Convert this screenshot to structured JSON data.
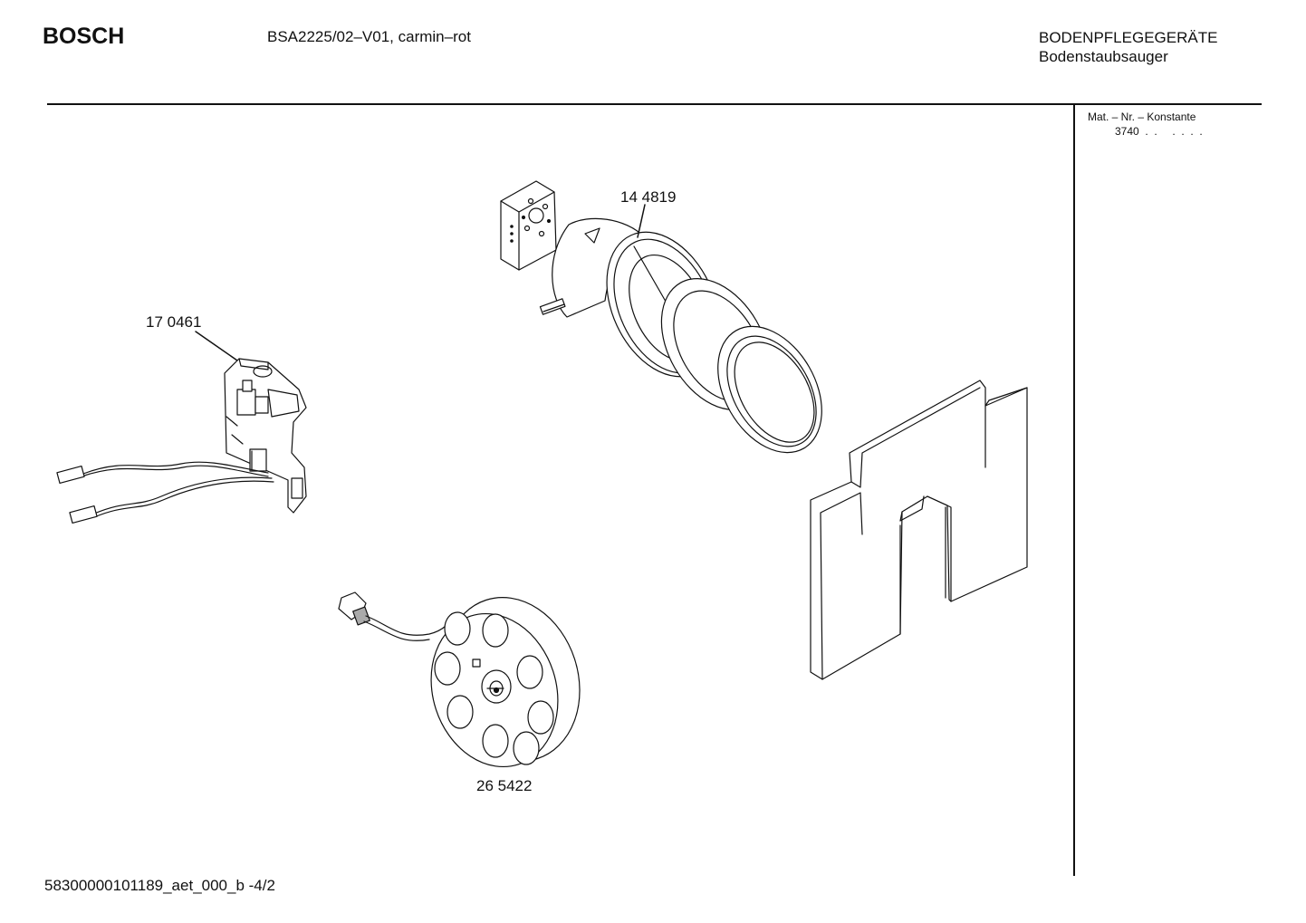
{
  "header": {
    "brand": "BOSCH",
    "model": "BSA2225/02–V01, carmin–rot",
    "category": "BODENPFLEGEGERÄTE",
    "subcategory": "Bodenstaubsauger"
  },
  "sidebar": {
    "mat_label": "Mat. – Nr. – Konstante",
    "mat_value": "3740  .  .     .  .  .  ."
  },
  "parts": [
    {
      "number": "17 0461",
      "icon": "switch-board-icon"
    },
    {
      "number": "14 4819",
      "icon": "motor-icon"
    },
    {
      "number": "26 5422",
      "icon": "cable-reel-icon"
    }
  ],
  "footer": {
    "doc_id": "58300000101189_aet_000_b -4/2"
  }
}
